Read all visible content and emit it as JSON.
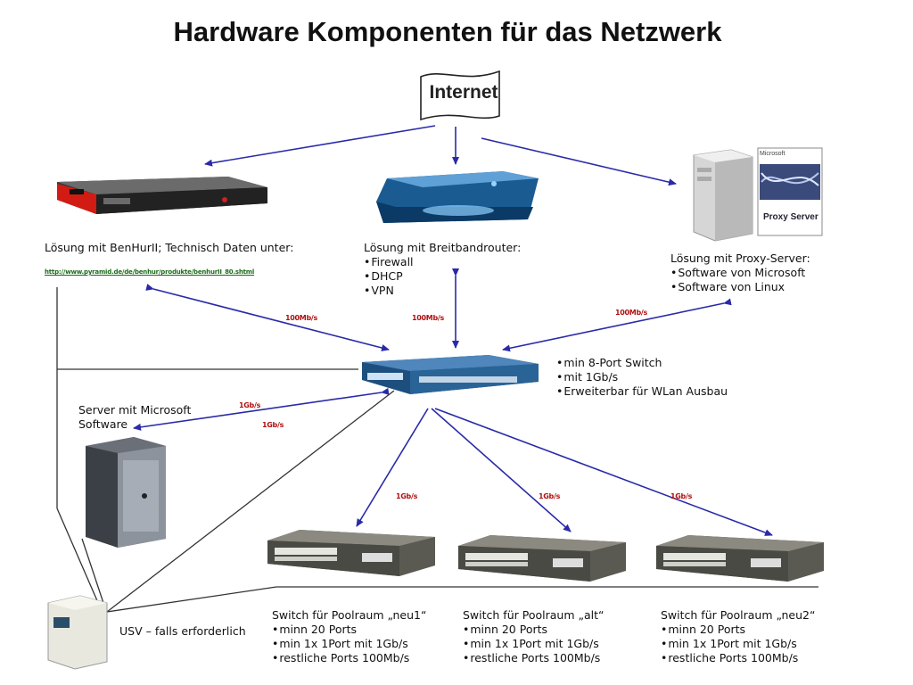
{
  "title": "Hardware Komponenten für das Netzwerk",
  "internet": {
    "label": "Internet"
  },
  "benhur": {
    "caption": "Lösung mit BenHurII; Technisch Daten unter:",
    "link": "http://www.pyramid.de/de/benhur/produkte/benhurII_80.shtml"
  },
  "router": {
    "caption": "Lösung mit Breitbandrouter:",
    "items": [
      "Firewall",
      "DHCP",
      "VPN"
    ]
  },
  "proxy": {
    "caption": "Lösung mit Proxy-Server:",
    "items": [
      "Software von Microsoft",
      "Software von Linux"
    ],
    "box_brand": "Microsoft",
    "box_label": "Proxy Server"
  },
  "core_switch": {
    "items": [
      "min 8-Port Switch",
      "mit 1Gb/s",
      "Erweiterbar für WLan Ausbau"
    ]
  },
  "server": {
    "caption_line1": "Server mit Microsoft",
    "caption_line2": "Software"
  },
  "ups": {
    "caption": "USV – falls erforderlich"
  },
  "speeds": {
    "benhur": "100Mb/s",
    "router": "100Mb/s",
    "proxy": "100Mb/s",
    "server_a": "1Gb/s",
    "server_b": "1Gb/s",
    "pool1": "1Gb/s",
    "pool2": "1Gb/s",
    "pool3": "1Gb/s"
  },
  "pool_switches": [
    {
      "caption": "Switch für Poolraum „neu1“",
      "items": [
        "minn 20 Ports",
        "min 1x 1Port mit 1Gb/s",
        "restliche Ports 100Mb/s"
      ]
    },
    {
      "caption": "Switch für Poolraum „alt“",
      "items": [
        "minn 20 Ports",
        "min 1x 1Port mit 1Gb/s",
        "restliche Ports 100Mb/s"
      ]
    },
    {
      "caption": "Switch für Poolraum „neu2“",
      "items": [
        "minn 20 Ports",
        "min 1x 1Port mit 1Gb/s",
        "restliche Ports 100Mb/s"
      ]
    }
  ],
  "colors": {
    "arrow": "#2a2aa8",
    "line": "#333333",
    "speed": "#b01010",
    "link": "#1b6b1b"
  }
}
